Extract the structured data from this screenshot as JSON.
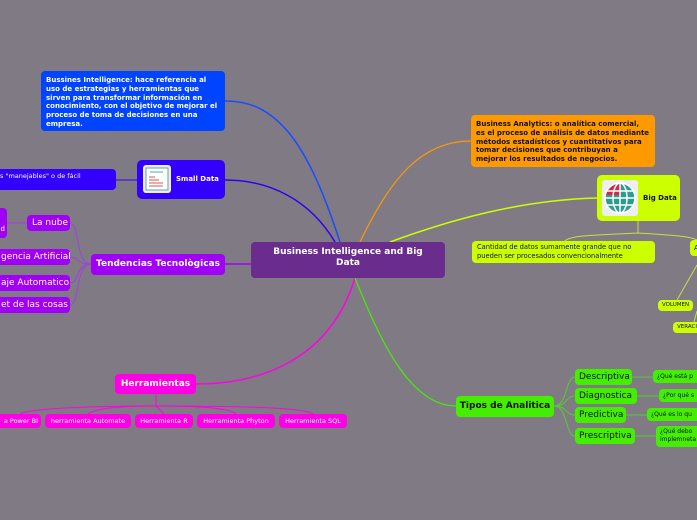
{
  "center": {
    "title": "Business Intelligence and Big Data"
  },
  "business_intelligence": {
    "text": "Bussines Intelligence: hace referencia al uso de estrategias y herramientas que sirven para transformar información en conocimiento, con el objetivo de mejorar el proceso de toma de decisiones en una empresa."
  },
  "small_data": {
    "label": "Small Data",
    "icon": "document-icon",
    "detail": "s \"manejables\" o de fácil"
  },
  "tendencias": {
    "label": "Tendencias Tecnològicas",
    "items": [
      "La nube",
      "gencia Artificial",
      "aje Automatico",
      "et de las cosas"
    ],
    "sub": "d"
  },
  "herramientas": {
    "label": "Herramientas",
    "items": [
      "a Power BI",
      "herramienta Automate",
      "Herramienta R",
      "Herramienta Phyton",
      "Herramienta SQL"
    ]
  },
  "business_analytics": {
    "text": "Business Analytics: o analítica comercial, es el proceso de análisis de datos mediante métodos estadísticos y cuantitativos para tomar decisiones que contribuyan a mejorar los resultados de negocios."
  },
  "big_data": {
    "label": "Big Data",
    "icon": "globe-icon",
    "definition": "Cantidad de datos sumamente grande que no pueden ser procesados convencionalmente",
    "partial": "A",
    "items": [
      "VOLUMEN",
      "VERACI"
    ]
  },
  "tipos": {
    "label": "Tipos de Analitica",
    "items": [
      {
        "label": "Descriptiva",
        "q": "¿Qué está p"
      },
      {
        "label": "Diagnostica",
        "q": "¿Por qué s"
      },
      {
        "label": "Predictiva",
        "q": "¿Qué es lo qu"
      },
      {
        "label": "Prescriptiva",
        "q": "¿Qué debo implemneta"
      }
    ]
  },
  "colors": {
    "background": "#807a85",
    "center": "#6a2d8e",
    "bi": "#0044ff",
    "small": "#3300ff",
    "tendencias": "#a000f5",
    "herramientas": "#ff00e6",
    "analytics": "#ff9900",
    "bigdata": "#ccff00",
    "tipos": "#44ee00"
  }
}
